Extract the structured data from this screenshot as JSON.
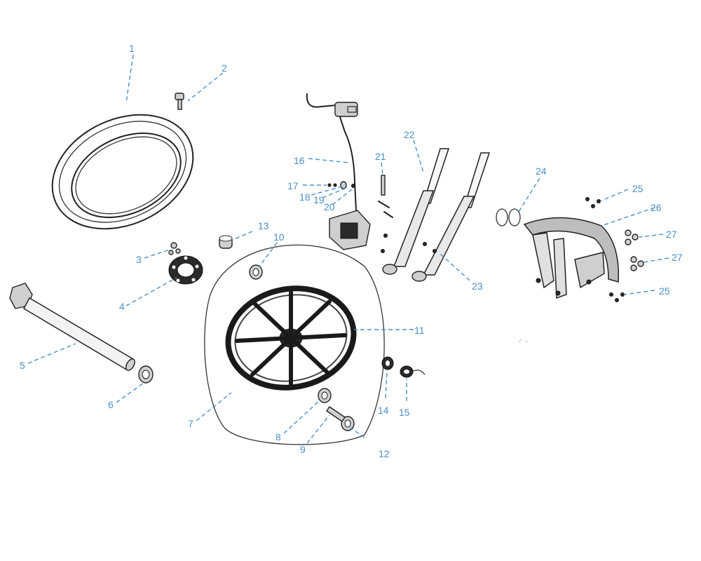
{
  "diagram": {
    "accent_color": "#4a90c8",
    "callouts": [
      {
        "id": "1",
        "label": "1"
      },
      {
        "id": "2",
        "label": "2"
      },
      {
        "id": "3",
        "label": "3"
      },
      {
        "id": "4",
        "label": "4"
      },
      {
        "id": "5",
        "label": "5"
      },
      {
        "id": "6",
        "label": "6"
      },
      {
        "id": "7",
        "label": "7"
      },
      {
        "id": "8",
        "label": "8"
      },
      {
        "id": "9",
        "label": "9"
      },
      {
        "id": "10",
        "label": "10"
      },
      {
        "id": "11",
        "label": "11"
      },
      {
        "id": "12",
        "label": "12"
      },
      {
        "id": "13",
        "label": "13"
      },
      {
        "id": "14",
        "label": "14"
      },
      {
        "id": "15",
        "label": "15"
      },
      {
        "id": "16",
        "label": "16"
      },
      {
        "id": "17",
        "label": "17"
      },
      {
        "id": "18",
        "label": "18"
      },
      {
        "id": "19",
        "label": "19"
      },
      {
        "id": "20",
        "label": "20"
      },
      {
        "id": "21",
        "label": "21"
      },
      {
        "id": "22",
        "label": "22"
      },
      {
        "id": "23",
        "label": "23"
      },
      {
        "id": "24",
        "label": "24"
      },
      {
        "id": "25a",
        "label": "25"
      },
      {
        "id": "25b",
        "label": "25"
      },
      {
        "id": "26",
        "label": "26"
      },
      {
        "id": "27a",
        "label": "27"
      },
      {
        "id": "27b",
        "label": "27"
      }
    ]
  }
}
